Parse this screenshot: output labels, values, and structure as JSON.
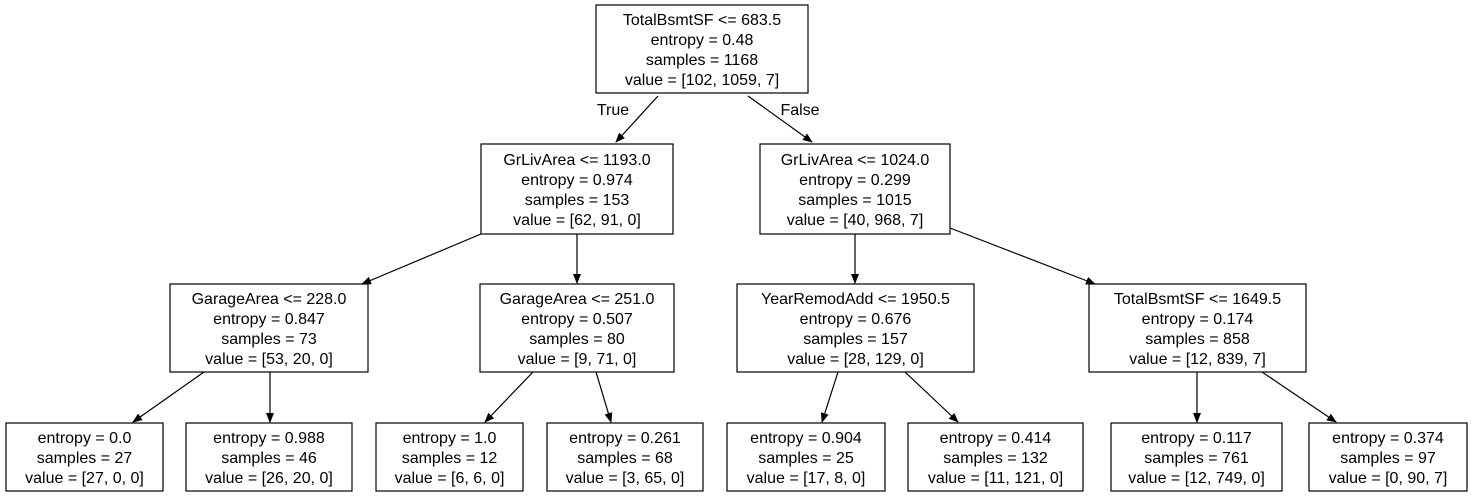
{
  "edge_labels": {
    "true_label": "True",
    "false_label": "False"
  },
  "nodes": [
    {
      "id": "n0",
      "lines": [
        "TotalBsmtSF <= 683.5",
        "entropy = 0.48",
        "samples = 1168",
        "value = [102, 1059, 7]"
      ]
    },
    {
      "id": "n1",
      "lines": [
        "GrLivArea <= 1193.0",
        "entropy = 0.974",
        "samples = 153",
        "value = [62, 91, 0]"
      ]
    },
    {
      "id": "n2",
      "lines": [
        "GrLivArea <= 1024.0",
        "entropy = 0.299",
        "samples = 1015",
        "value = [40, 968, 7]"
      ]
    },
    {
      "id": "n3",
      "lines": [
        "GarageArea <= 228.0",
        "entropy = 0.847",
        "samples = 73",
        "value = [53, 20, 0]"
      ]
    },
    {
      "id": "n4",
      "lines": [
        "GarageArea <= 251.0",
        "entropy = 0.507",
        "samples = 80",
        "value = [9, 71, 0]"
      ]
    },
    {
      "id": "n5",
      "lines": [
        "YearRemodAdd <= 1950.5",
        "entropy = 0.676",
        "samples = 157",
        "value = [28, 129, 0]"
      ]
    },
    {
      "id": "n6",
      "lines": [
        "TotalBsmtSF <= 1649.5",
        "entropy = 0.174",
        "samples = 858",
        "value = [12, 839, 7]"
      ]
    },
    {
      "id": "n7",
      "lines": [
        "entropy = 0.0",
        "samples = 27",
        "value = [27, 0, 0]"
      ]
    },
    {
      "id": "n8",
      "lines": [
        "entropy = 0.988",
        "samples = 46",
        "value = [26, 20, 0]"
      ]
    },
    {
      "id": "n9",
      "lines": [
        "entropy = 1.0",
        "samples = 12",
        "value = [6, 6, 0]"
      ]
    },
    {
      "id": "n10",
      "lines": [
        "entropy = 0.261",
        "samples = 68",
        "value = [3, 65, 0]"
      ]
    },
    {
      "id": "n11",
      "lines": [
        "entropy = 0.904",
        "samples = 25",
        "value = [17, 8, 0]"
      ]
    },
    {
      "id": "n12",
      "lines": [
        "entropy = 0.414",
        "samples = 132",
        "value = [11, 121, 0]"
      ]
    },
    {
      "id": "n13",
      "lines": [
        "entropy = 0.117",
        "samples = 761",
        "value = [12, 749, 0]"
      ]
    },
    {
      "id": "n14",
      "lines": [
        "entropy = 0.374",
        "samples = 97",
        "value = [0, 90, 7]"
      ]
    }
  ]
}
